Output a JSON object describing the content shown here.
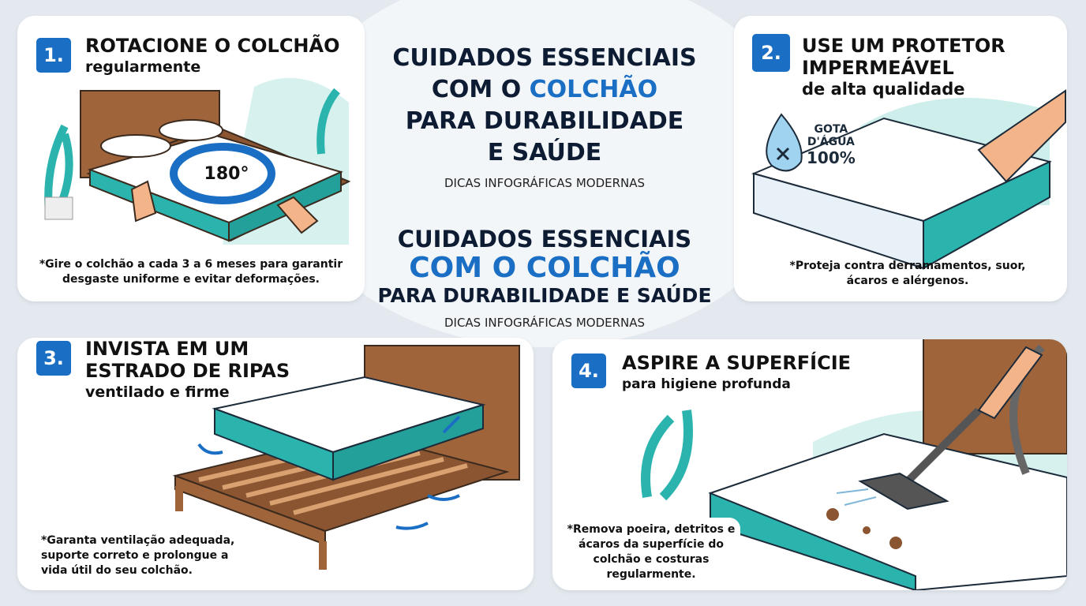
{
  "header": {
    "line1": "CUIDADOS ESSENCIAIS",
    "line2a": "COM O ",
    "line2b": "COLCHÃO",
    "line3": "PARA DURABILIDADE",
    "line4": "E SAÚDE",
    "tagline": "DICAS INFOGRÁFICAS MODERNAS"
  },
  "header_alt": {
    "line1": "CUIDADOS ESSENCIAIS",
    "line2": "COM O COLCHÃO",
    "line3": "PARA DURABILIDADE E SAÚDE",
    "tagline": "DICAS INFOGRÁFICAS MODERNAS"
  },
  "colors": {
    "accent": "#1a6fc4",
    "teal": "#2bb3ad",
    "wood": "#a0643a"
  },
  "tips": [
    {
      "number": "1.",
      "title": "ROTACIONE O COLCHÃO",
      "subtitle": "regularmente",
      "rotation_label": "180°",
      "note": "*Gire o colchão a cada 3 a 6 meses para garantir desgaste uniforme e evitar deformações.",
      "icon": "rotate-arrows-icon"
    },
    {
      "number": "2.",
      "title": "USE UM PROTETOR IMPERMEÁVEL",
      "subtitle": "de alta qualidade",
      "drop_line1": "GOTA",
      "drop_line2": "D'ÁGUA",
      "drop_line3": "100%",
      "note": "*Proteja contra derramamentos, suor, ácaros e alérgenos.",
      "icon": "water-drop-icon"
    },
    {
      "number": "3.",
      "title": "INVISTA EM UM ESTRADO DE RIPAS",
      "subtitle": "ventilado e firme",
      "note": "*Garanta ventilação adequada, suporte correto e prolongue a vida útil do seu colchão.",
      "icon": "slatted-bed-icon"
    },
    {
      "number": "4.",
      "title": "ASPIRE A SUPERFÍCIE",
      "subtitle": "para higiene profunda",
      "note": "*Remova poeira, detritos e ácaros da superfície do colchão e costuras regularmente.",
      "icon": "vacuum-icon"
    }
  ]
}
